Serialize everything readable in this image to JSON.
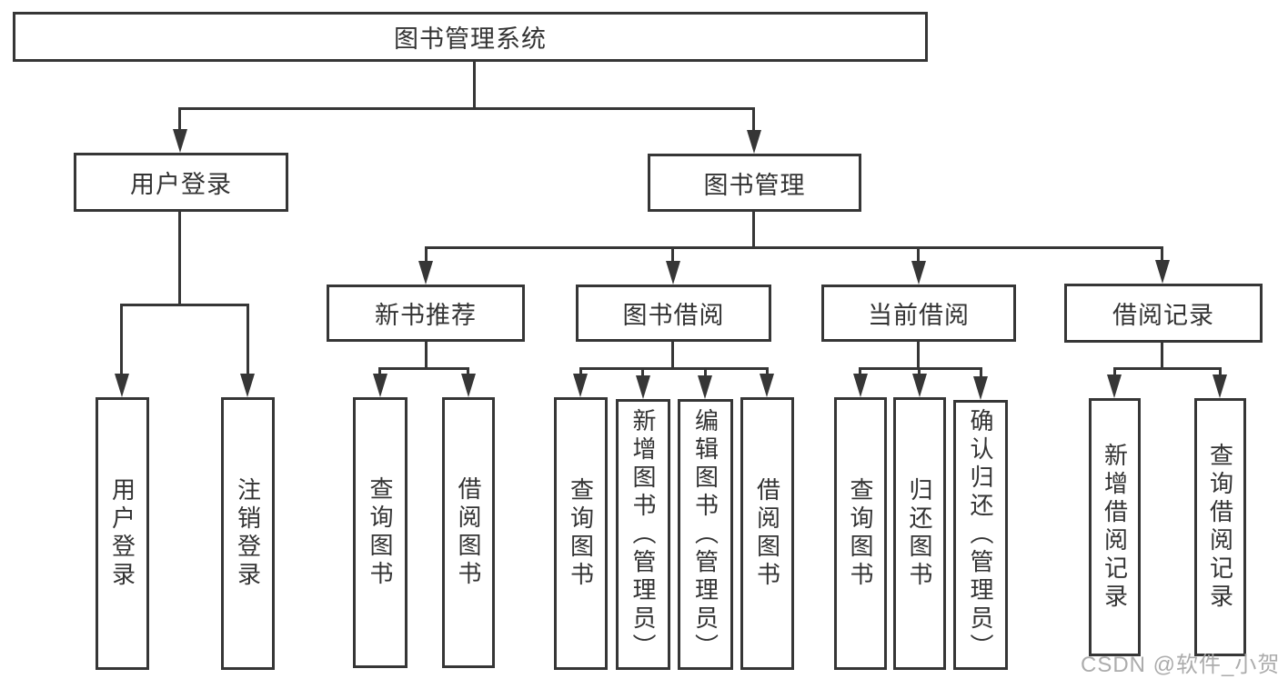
{
  "diagram": {
    "root": {
      "label": "图书管理系统"
    },
    "level1": [
      {
        "label": "用户登录"
      },
      {
        "label": "图书管理"
      }
    ],
    "level2": [
      {
        "label": "新书推荐"
      },
      {
        "label": "图书借阅"
      },
      {
        "label": "当前借阅"
      },
      {
        "label": "借阅记录"
      }
    ],
    "leaves": {
      "user_login": [
        "用户登录",
        "注销登录"
      ],
      "new_book": [
        "查询图书",
        "借阅图书"
      ],
      "book_borrow": [
        "查询图书",
        "新增图书（管理员）",
        "编辑图书（管理员）",
        "借阅图书"
      ],
      "current_borrow": [
        "查询图书",
        "归还图书",
        "确认归还（管理员）"
      ],
      "borrow_record": [
        "新增借阅记录",
        "查询借阅记录"
      ]
    }
  },
  "watermark": {
    "text": "CSDN @软件_小贺同学"
  },
  "colors": {
    "line": "#363636",
    "text": "#333333",
    "watermark": "#aaaaaa",
    "background": "#ffffff"
  }
}
